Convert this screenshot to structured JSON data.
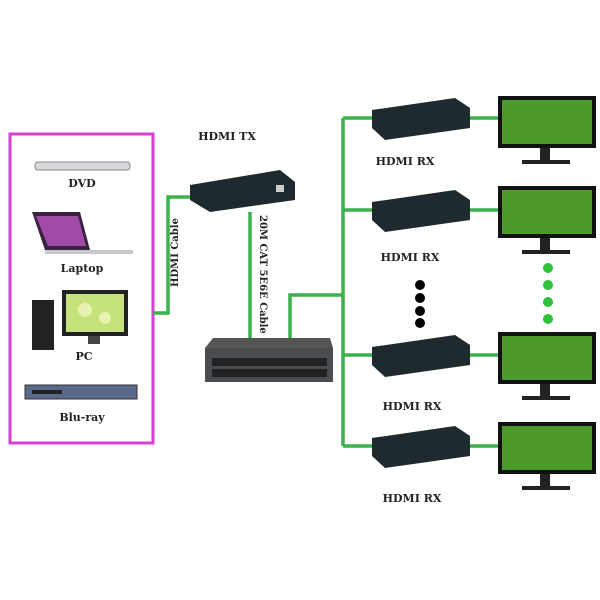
{
  "sources": {
    "items": [
      {
        "label": "DVD"
      },
      {
        "label": "Laptop"
      },
      {
        "label": "PC"
      },
      {
        "label": "Blu-ray"
      }
    ],
    "border_color": "#d63fd1"
  },
  "transmitter": {
    "label": "HDMI TX"
  },
  "cables": {
    "hdmi": "HDMI Cable",
    "cat": "20M CAT 5E6E Cable",
    "color": "#3bb34a"
  },
  "receivers": [
    {
      "label": "HDMI RX"
    },
    {
      "label": "HDMI RX"
    },
    {
      "label": "HDMI RX"
    },
    {
      "label": "HDMI RX"
    }
  ]
}
